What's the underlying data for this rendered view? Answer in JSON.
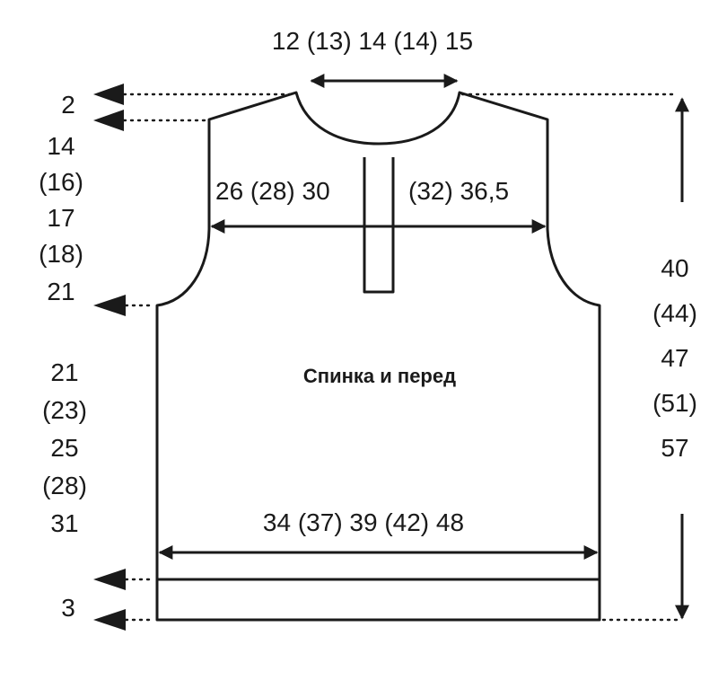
{
  "diagram": {
    "title": "Спинка и перед",
    "neck_width": "12 (13) 14 (14) 15",
    "chest_left": "26 (28) 30",
    "chest_right": "(32) 36,5",
    "bottom_width": "34 (37) 39 (42) 48",
    "left_shoulder_slope": "2",
    "left_armhole": [
      "14",
      "(16)",
      "17",
      "(18)",
      "21"
    ],
    "left_body": [
      "21",
      "(23)",
      "25",
      "(28)",
      "31"
    ],
    "left_band": "3",
    "right_total": [
      "40",
      "(44)",
      "47",
      "(51)",
      "57"
    ]
  }
}
